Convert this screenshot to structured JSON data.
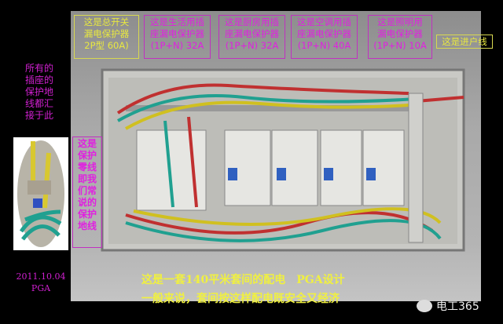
{
  "labels": {
    "main_switch": [
      "这是总开关",
      "漏电保护器",
      "2P型 60A)"
    ],
    "living_socket": [
      "这是生活用插",
      "座漏电保护器",
      "(1P+N) 32A"
    ],
    "kitchen_socket": [
      "这是厨房用插",
      "座漏电保护器",
      "(1P+N) 32A"
    ],
    "ac_socket": [
      "这是空调用插",
      "座漏电保护器",
      "(1P+N) 40A"
    ],
    "lighting": [
      "这是照明用",
      "漏电保护器",
      "(1P+N) 10A"
    ],
    "incoming": "这是进户线",
    "ground_bus": [
      "所有的",
      "插座的",
      "保护地",
      "线都汇",
      "接于此"
    ],
    "pe_wire": [
      "这是",
      "保护",
      "零线",
      "即我",
      "们常",
      "说的",
      "保护",
      "地线"
    ]
  },
  "date": "2011.10.04",
  "author": "PGA",
  "caption": {
    "line1": "这是一套140平米套间的配电　PGA设计",
    "line2": "一般来说，套间按这样配电既安全又经济"
  },
  "watermark": "电工365",
  "colors": {
    "annotation_magenta": "#e020e0",
    "annotation_yellow": "#e8e840",
    "background": "#000000"
  }
}
